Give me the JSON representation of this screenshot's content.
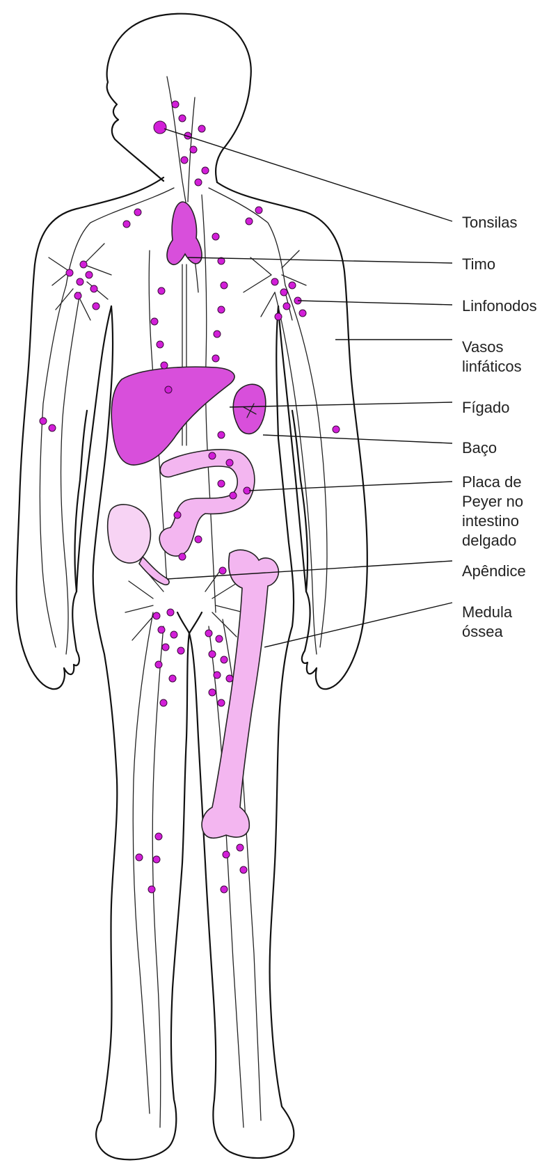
{
  "colors": {
    "organ_dark": "#d84fdb",
    "organ_light": "#f3b6f0",
    "node": "#d21fd8",
    "outline": "#111111"
  },
  "labels": {
    "tonsilas": "Tonsilas",
    "timo": "Timo",
    "linfonodos": "Linfonodos",
    "vasos_1": "Vasos",
    "vasos_2": "linfáticos",
    "figado": "Fígado",
    "baco": "Baço",
    "placa_1": "Placa de",
    "placa_2": "Peyer no",
    "placa_3": "intestino",
    "placa_4": "delgado",
    "apendice": "Apêndice",
    "medula_1": "Medula",
    "medula_2": "óssea"
  }
}
